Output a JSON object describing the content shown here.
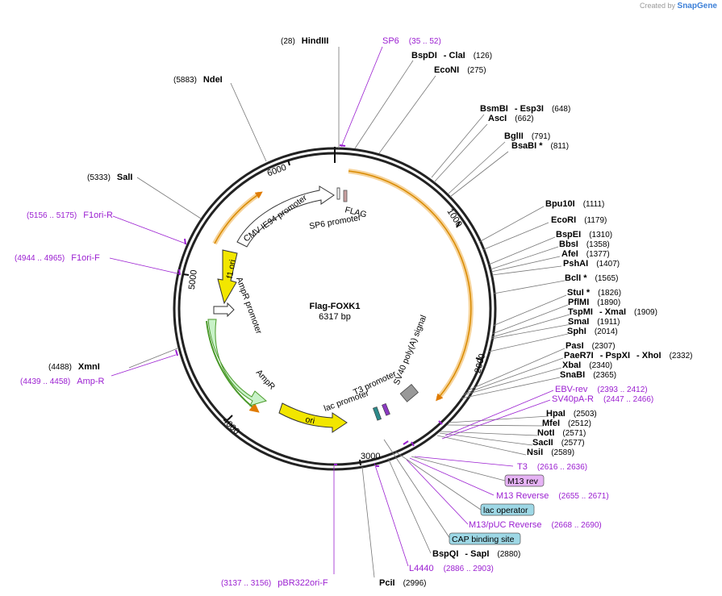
{
  "credit": {
    "prefix": "Created by",
    "brand": "SnapGene"
  },
  "plasmid": {
    "name": "Flag-FOXK1",
    "size_label": "6317 bp",
    "length": 6317
  },
  "ticks": [
    "1000",
    "2000",
    "3000",
    "4000",
    "5000",
    "6000"
  ],
  "features": [
    {
      "label": "FLAG",
      "color": "#c9a0a0"
    },
    {
      "label": "SP6 promoter",
      "color": "#ffffff"
    },
    {
      "label": "CMV IE94 promoter",
      "color": "#ffffff"
    },
    {
      "label": "f1 ori",
      "color": "#f2e600"
    },
    {
      "label": "AmpR promoter",
      "color": "#ffffff"
    },
    {
      "label": "AmpR",
      "color": "#c8f2c8"
    },
    {
      "label": "ori",
      "color": "#f2e600"
    },
    {
      "label": "lac promoter",
      "color": "#ffffff"
    },
    {
      "label": "T3 promoter",
      "color": "#ffffff"
    },
    {
      "label": "SV40 poly(A) signal",
      "color": "#999999"
    }
  ],
  "enzymes_right": [
    {
      "name": "BspDI",
      "name2": "ClaI",
      "pos": "(126)"
    },
    {
      "name": "EcoNI",
      "pos": "(275)"
    },
    {
      "name": "BsmBI",
      "name2": "Esp3I",
      "pos": "(648)"
    },
    {
      "name": "AscI",
      "pos": "(662)"
    },
    {
      "name": "BglII",
      "pos": "(791)"
    },
    {
      "name": "BsaBI *",
      "pos": "(811)"
    },
    {
      "name": "Bpu10I",
      "pos": "(1111)"
    },
    {
      "name": "EcoRI",
      "pos": "(1179)"
    },
    {
      "name": "BspEI",
      "pos": "(1310)"
    },
    {
      "name": "BbsI",
      "pos": "(1358)"
    },
    {
      "name": "AfeI",
      "pos": "(1377)"
    },
    {
      "name": "PshAI",
      "pos": "(1407)"
    },
    {
      "name": "BclI *",
      "pos": "(1565)"
    },
    {
      "name": "StuI *",
      "pos": "(1826)"
    },
    {
      "name": "PflMI",
      "pos": "(1890)"
    },
    {
      "name": "TspMI",
      "name2": "XmaI",
      "pos": "(1909)"
    },
    {
      "name": "SmaI",
      "pos": "(1911)"
    },
    {
      "name": "SphI",
      "pos": "(2014)"
    },
    {
      "name": "PasI",
      "pos": "(2307)"
    },
    {
      "name": "PaeR7I",
      "name2": "PspXI",
      "name3": "XhoI",
      "pos": "(2332)"
    },
    {
      "name": "XbaI",
      "pos": "(2340)"
    },
    {
      "name": "SnaBI",
      "pos": "(2365)"
    },
    {
      "name": "HpaI",
      "pos": "(2503)"
    },
    {
      "name": "MfeI",
      "pos": "(2512)"
    },
    {
      "name": "NotI",
      "pos": "(2571)"
    },
    {
      "name": "SacII",
      "pos": "(2577)"
    },
    {
      "name": "NsiI",
      "pos": "(2589)"
    },
    {
      "name": "BspQI",
      "name2": "SapI",
      "pos": "(2880)"
    },
    {
      "name": "PciI",
      "pos": "(2996)"
    }
  ],
  "enzymes_left": [
    {
      "name": "HindIII",
      "pos": "(28)"
    },
    {
      "name": "NdeI",
      "pos": "(5883)"
    },
    {
      "name": "SalI",
      "pos": "(5333)"
    },
    {
      "name": "XmnI",
      "pos": "(4488)"
    }
  ],
  "primers": [
    {
      "name": "SP6",
      "pos": "(35 .. 52)"
    },
    {
      "name": "F1ori-R",
      "pos": "(5156 .. 5175)"
    },
    {
      "name": "F1ori-F",
      "pos": "(4944 .. 4965)"
    },
    {
      "name": "Amp-R",
      "pos": "(4439 .. 4458)"
    },
    {
      "name": "EBV-rev",
      "pos": "(2393 .. 2412)"
    },
    {
      "name": "SV40pA-R",
      "pos": "(2447 .. 2466)"
    },
    {
      "name": "T3",
      "pos": "(2616 .. 2636)"
    },
    {
      "name": "M13 Reverse",
      "pos": "(2655 .. 2671)"
    },
    {
      "name": "M13/pUC Reverse",
      "pos": "(2668 .. 2690)"
    },
    {
      "name": "L4440",
      "pos": "(2886 .. 2903)"
    },
    {
      "name": "pBR322ori-F",
      "pos": "(3137 .. 3156)"
    }
  ],
  "boxes": [
    {
      "name": "M13 rev",
      "color": "#e6b3f5"
    },
    {
      "name": "lac operator",
      "color": "#9ed8e6"
    },
    {
      "name": "CAP binding site",
      "color": "#9ed8e6"
    }
  ]
}
